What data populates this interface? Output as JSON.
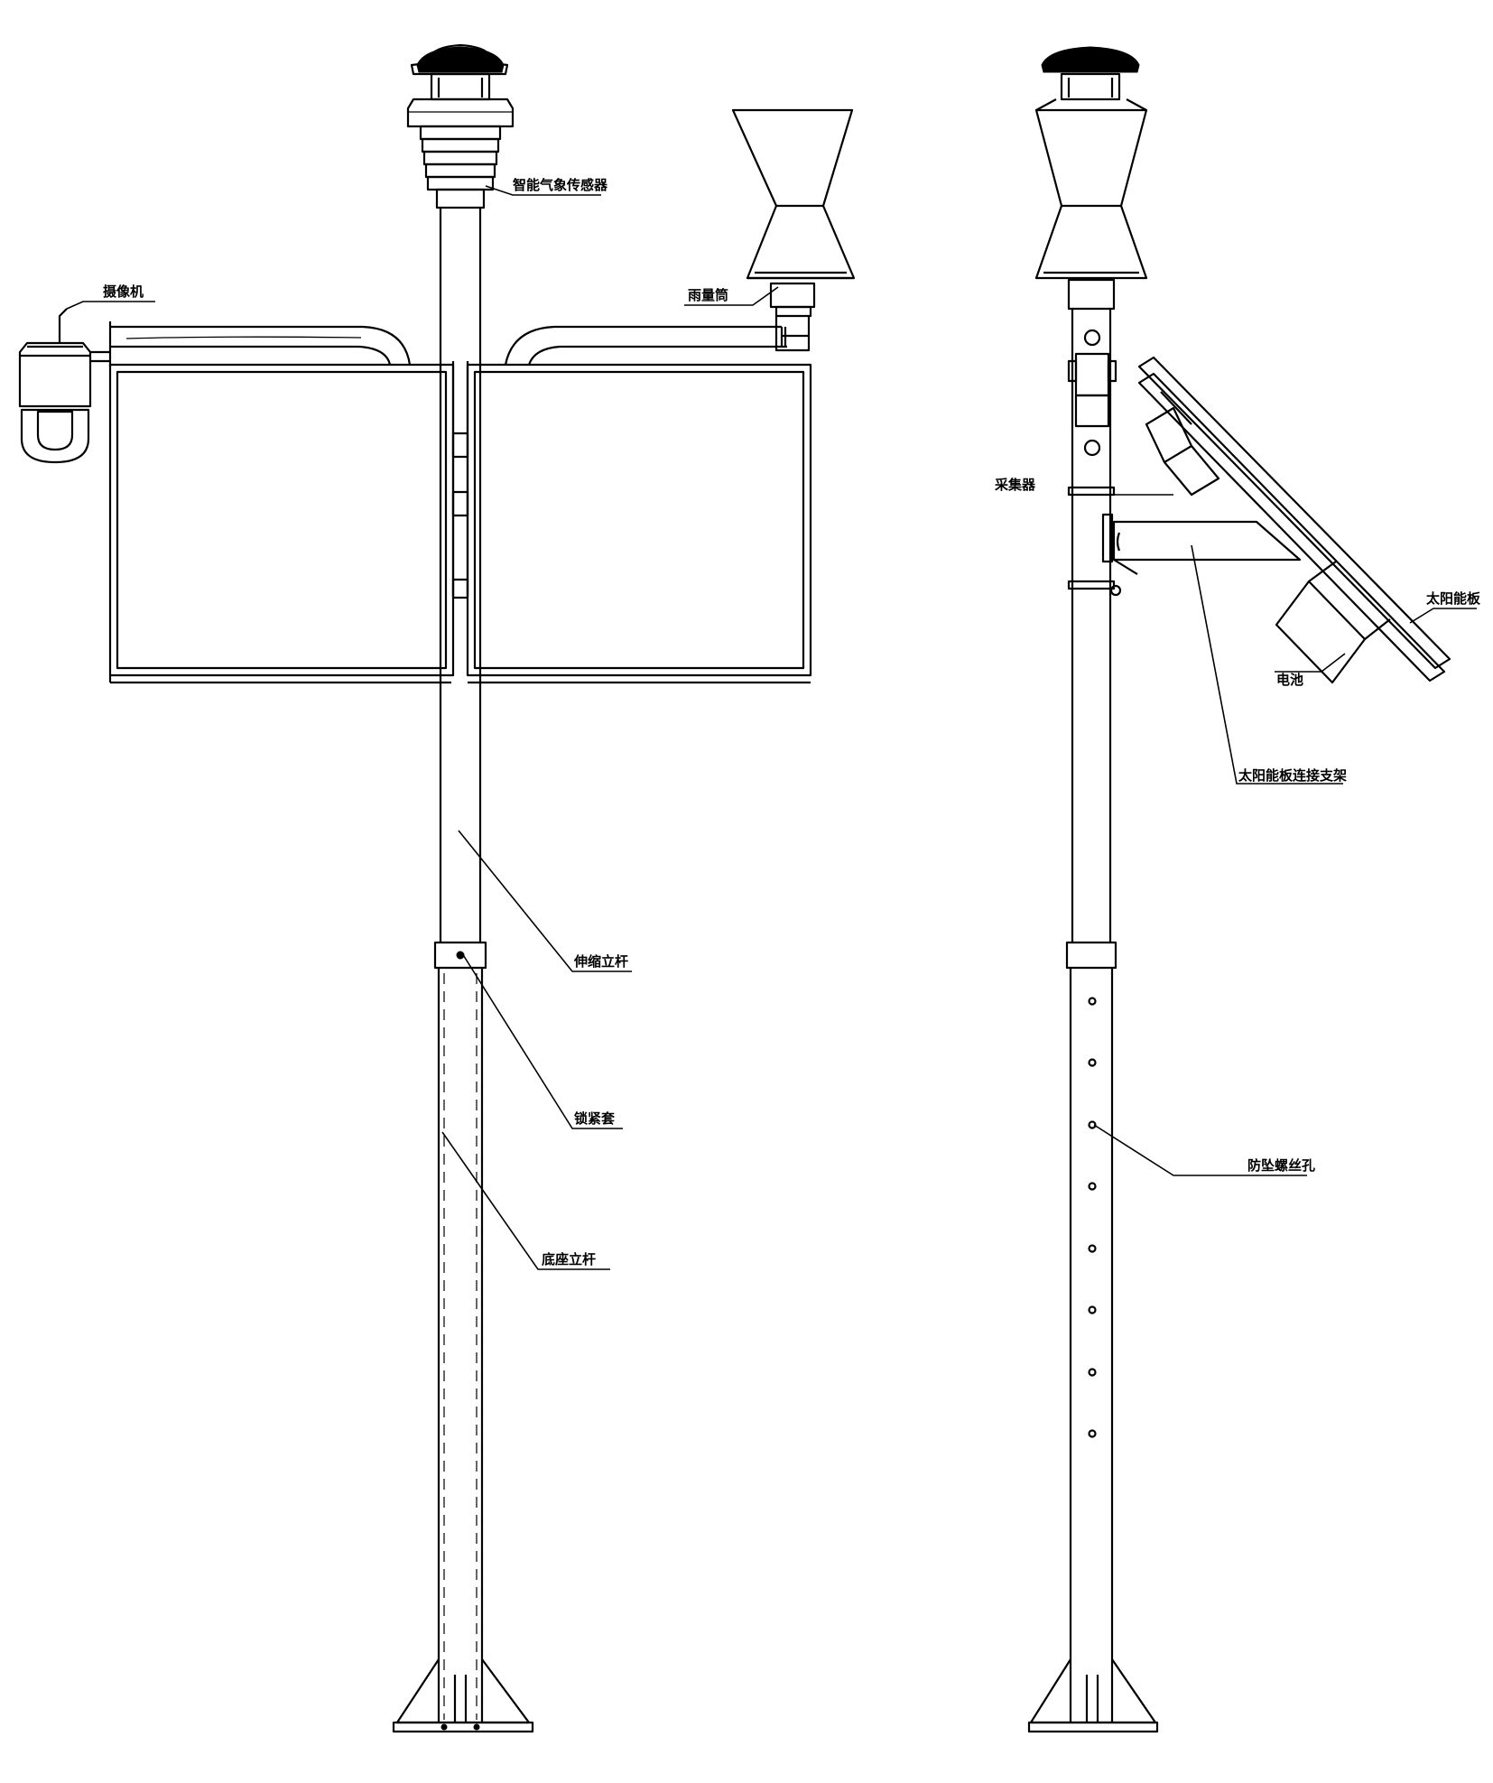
{
  "left_view": {
    "labels": {
      "weather_sensor": "智能气象传感器",
      "rain_gauge": "雨量筒",
      "camera": "摄像机",
      "telescopic_pole": "伸缩立杆",
      "locking_sleeve": "锁紧套",
      "base_pole": "底座立杆"
    }
  },
  "right_view": {
    "labels": {
      "collector": "采集器",
      "solar_panel": "太阳能板",
      "battery": "电池",
      "solar_bracket": "太阳能板连接支架",
      "anti_fall_holes": "防坠螺丝孔"
    }
  }
}
